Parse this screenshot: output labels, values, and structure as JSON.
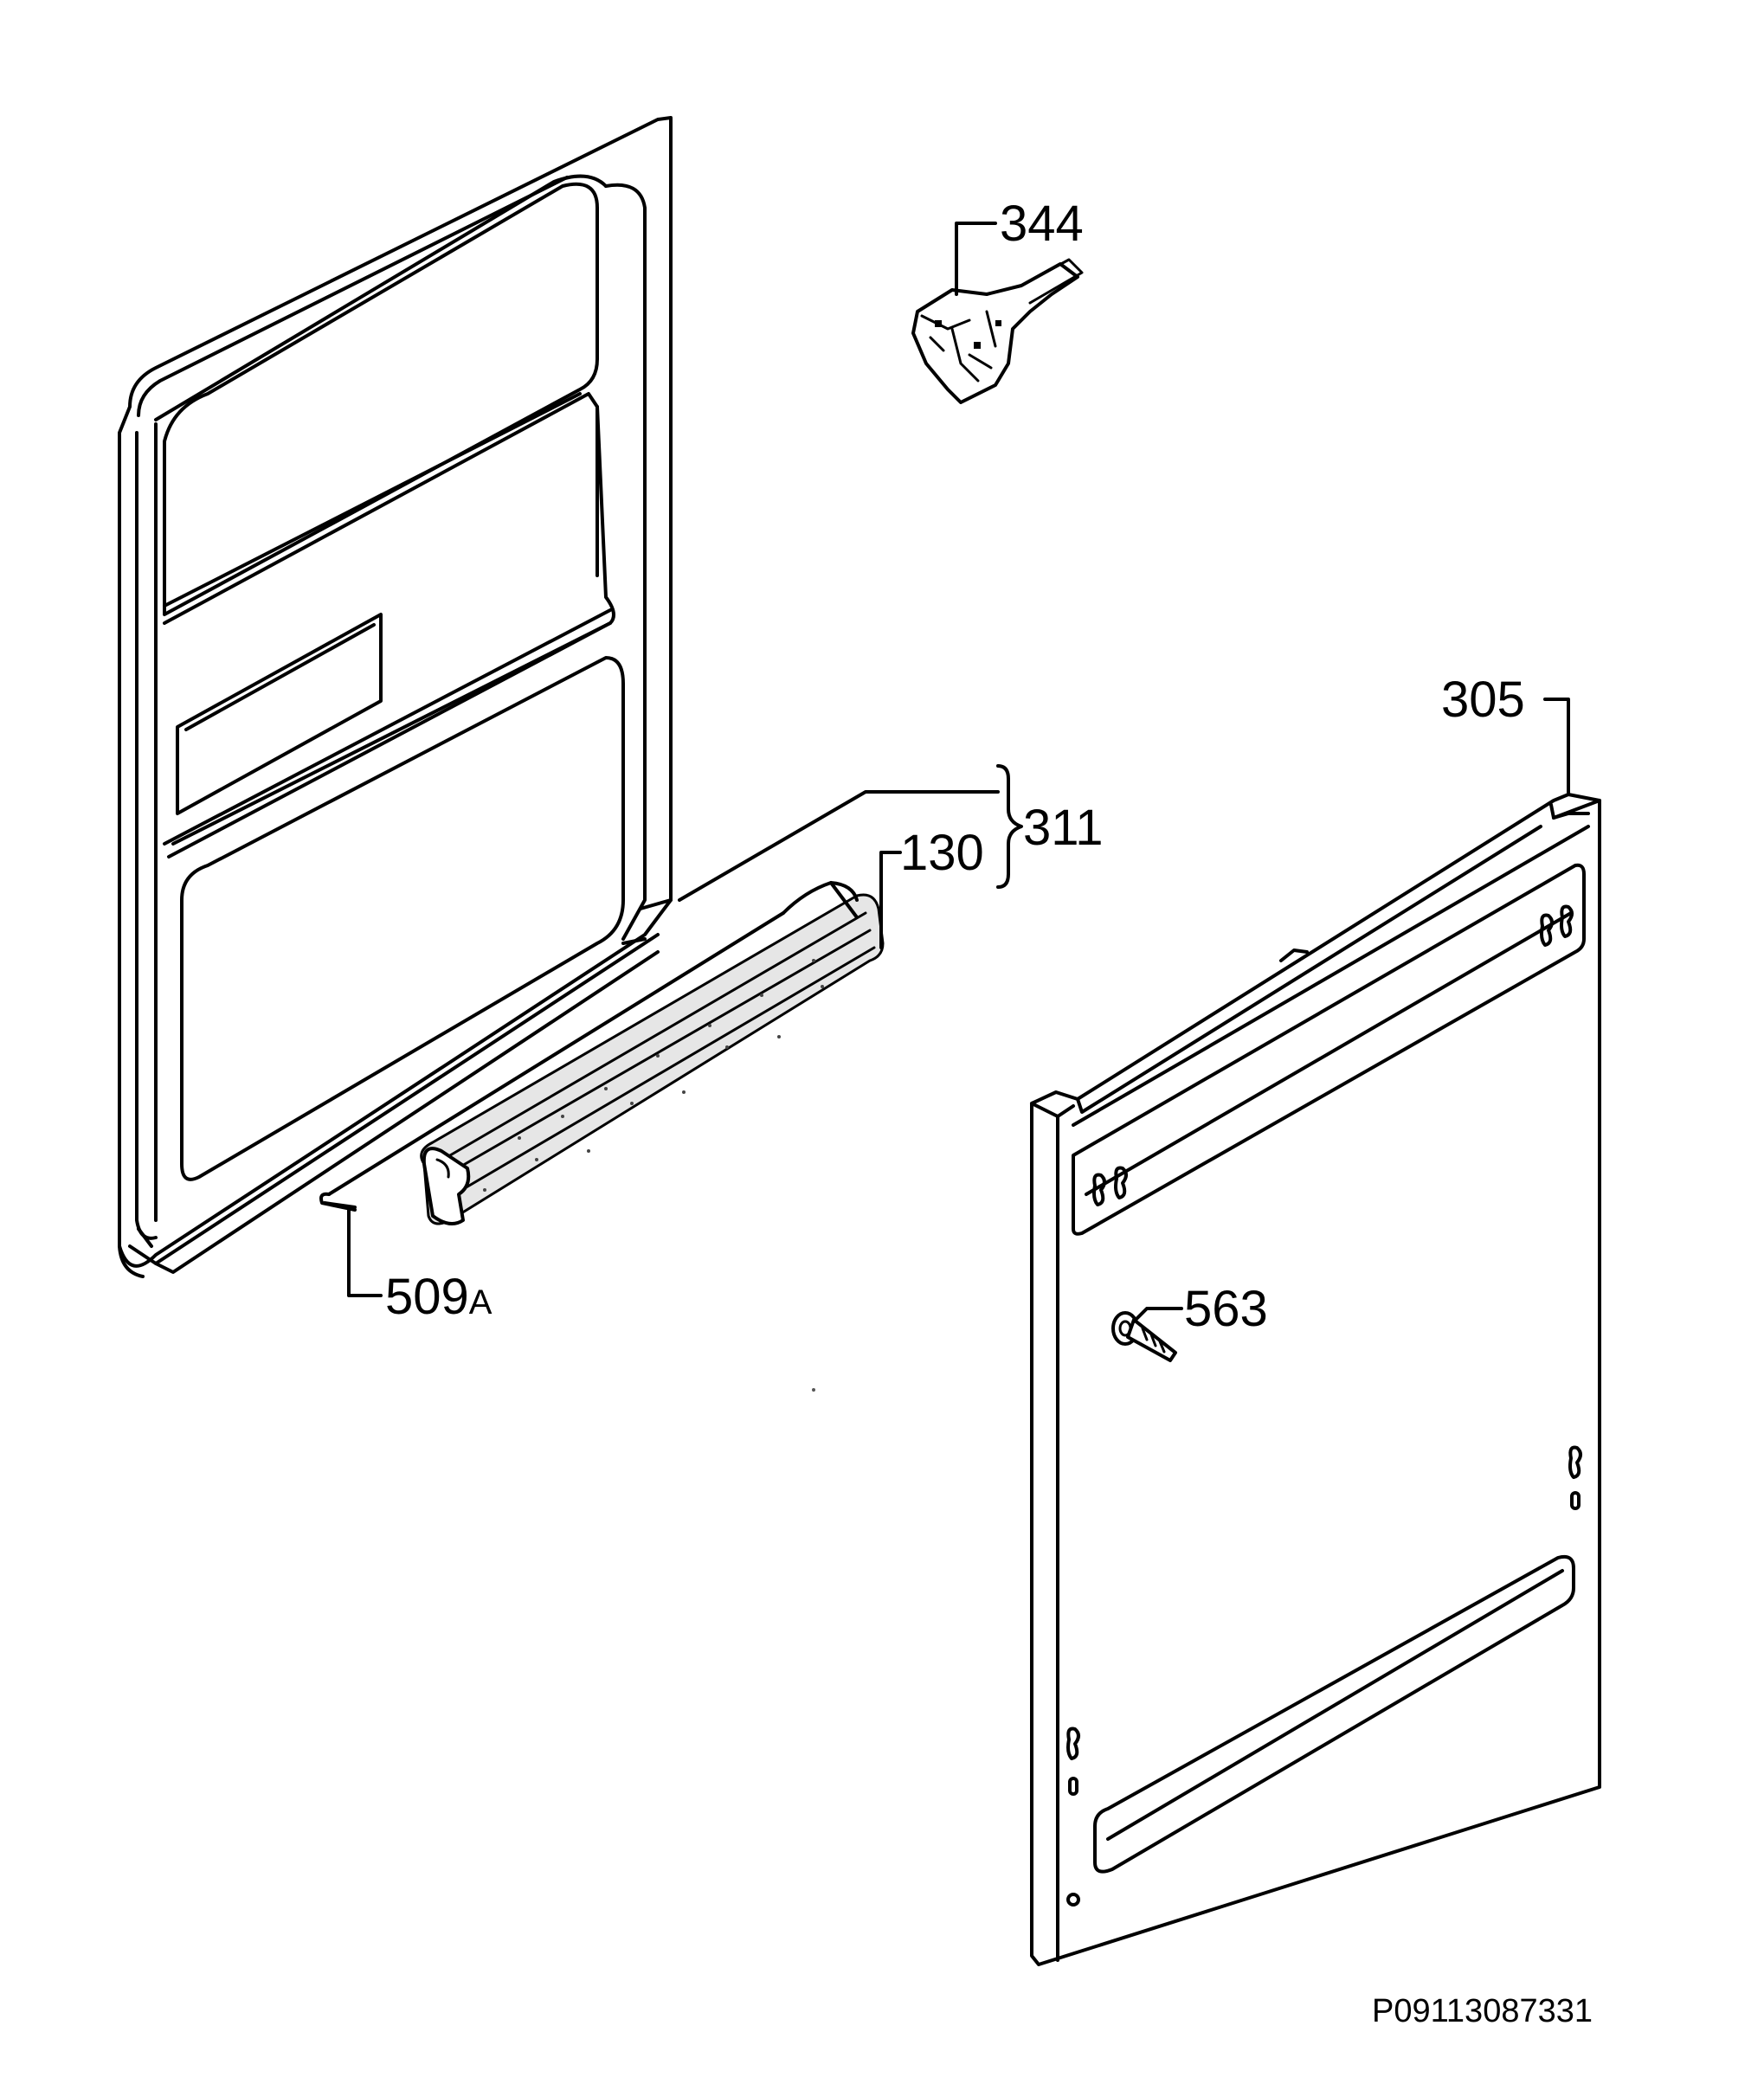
{
  "labels": {
    "part_344": "344",
    "part_305": "305",
    "part_311": "311",
    "part_130": "130",
    "part_509a_num": "509",
    "part_509a_suffix": "A",
    "part_563": "563"
  },
  "figure_code": "P09113087331"
}
